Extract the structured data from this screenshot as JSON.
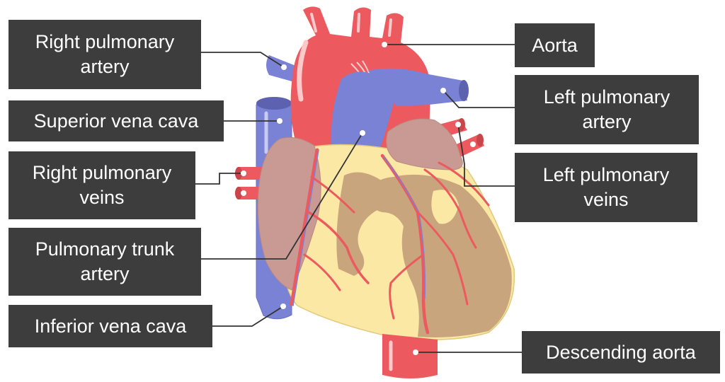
{
  "labels": {
    "right_pulmonary_artery": {
      "line1": "Right pulmonary",
      "line2": "artery"
    },
    "superior_vena_cava": {
      "line1": "Superior vena cava"
    },
    "right_pulmonary_veins": {
      "line1": "Right pulmonary",
      "line2": "veins"
    },
    "pulmonary_trunk_artery": {
      "line1": "Pulmonary trunk",
      "line2": "artery"
    },
    "inferior_vena_cava": {
      "line1": "Inferior vena cava"
    },
    "aorta": {
      "line1": "Aorta"
    },
    "left_pulmonary_artery": {
      "line1": "Left pulmonary",
      "line2": "artery"
    },
    "left_pulmonary_veins": {
      "line1": "Left pulmonary",
      "line2": "veins"
    },
    "descending_aorta": {
      "line1": "Descending aorta"
    }
  },
  "colors": {
    "label_background": "#3d3d3d",
    "label_text": "#ffffff",
    "artery_red": "#ec5a5f",
    "vein_blue": "#7a82d6",
    "atrium_pink": "#c99a93",
    "heart_yellow": "#fbe8a4",
    "heart_brown": "#c8a57c",
    "leader_line": "#333333"
  }
}
